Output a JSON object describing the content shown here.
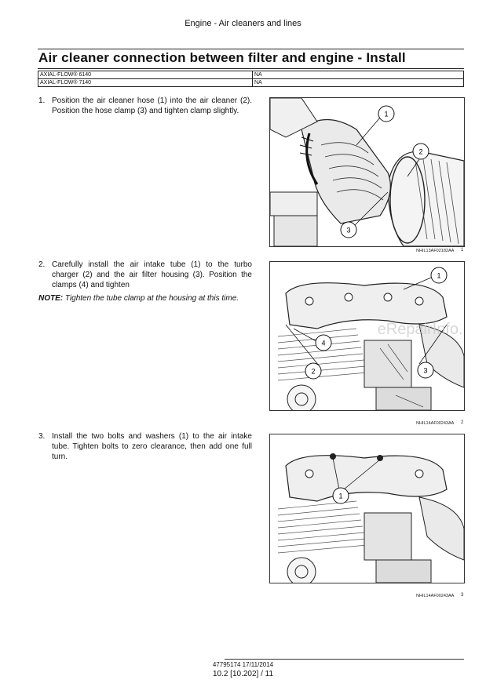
{
  "header": {
    "section": "Engine - Air cleaners and lines"
  },
  "page_title": "Air cleaner connection between filter and engine - Install",
  "applicability": [
    {
      "model": "AXIAL-FLOW® 6140",
      "value": "NA"
    },
    {
      "model": "AXIAL-FLOW® 7140",
      "value": "NA"
    }
  ],
  "steps": [
    {
      "num": "1.",
      "text": "Position the air cleaner hose (1) into the air cleaner (2). Position the hose clamp (3) and tighten clamp slightly."
    },
    {
      "num": "2.",
      "text": "Carefully install the air intake tube (1) to the turbo charger (2) and the air filter housing (3). Position the clamps (4) and tighten"
    },
    {
      "num": "3.",
      "text": "Install the two bolts and washers (1) to the air intake tube. Tighten bolts to zero clearance, then add one full turn."
    }
  ],
  "note": {
    "label": "NOTE:",
    "text": "Tighten the tube clamp at the housing at this time."
  },
  "figures": [
    {
      "ref": "NHIL13AF02182AA",
      "number": "1",
      "callouts": [
        "1",
        "2",
        "3"
      ]
    },
    {
      "ref": "NHIL14AF00243AA",
      "number": "2",
      "callouts": [
        "1",
        "2",
        "3",
        "4"
      ]
    },
    {
      "ref": "NHIL14AF00243AA",
      "number": "3",
      "callouts": [
        "1"
      ]
    }
  ],
  "watermark": "eRepairInfo.com",
  "footer": {
    "doc_code": "47795174 17/11/2014",
    "page": "10.2 [10.202] / 11"
  }
}
